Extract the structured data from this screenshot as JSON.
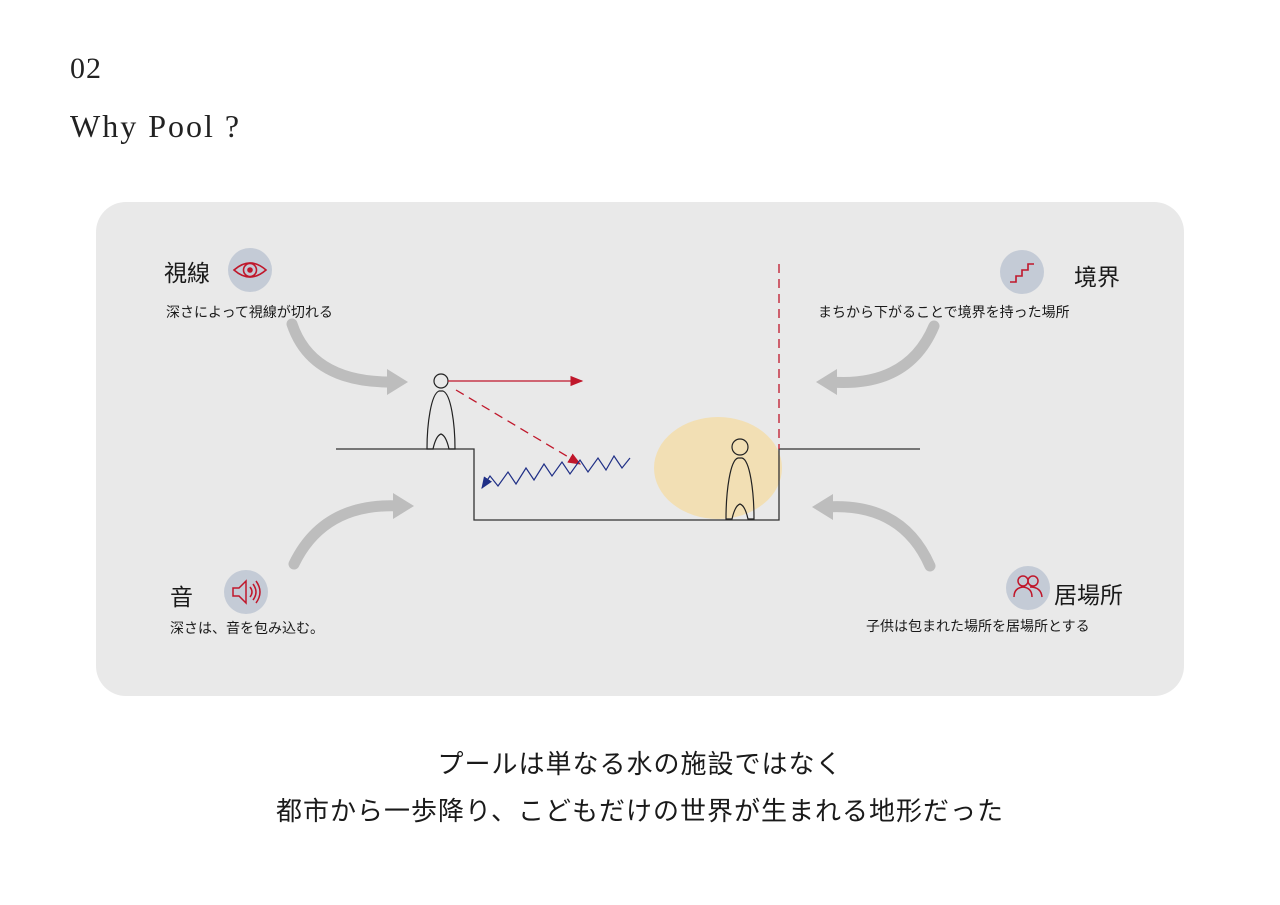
{
  "header": {
    "section_number": "02",
    "title": "Why Pool ?"
  },
  "diagram": {
    "sight": {
      "label": "視線",
      "caption": "深さによって視線が切れる",
      "icon": "eye-icon"
    },
    "boundary": {
      "label": "境界",
      "caption": "まちから下がることで境界を持った場所",
      "icon": "stairs-icon"
    },
    "sound": {
      "label": "音",
      "caption": "深さは、音を包み込む。",
      "icon": "speaker-icon"
    },
    "place": {
      "label": "居場所",
      "caption": "子供は包まれた場所を居場所とする",
      "icon": "people-icon"
    },
    "colors": {
      "panel": "#e9e9e9",
      "icon_bg": "#c4cbd6",
      "accent_red": "#c0172b",
      "accent_blue": "#1f2f86",
      "highlight": "#f2dfb4",
      "arrow_gray": "#bdbdbd"
    }
  },
  "conclusion": {
    "line1": "プールは単なる水の施設ではなく",
    "line2": "都市から一歩降り、こどもだけの世界が生まれる地形だった"
  }
}
